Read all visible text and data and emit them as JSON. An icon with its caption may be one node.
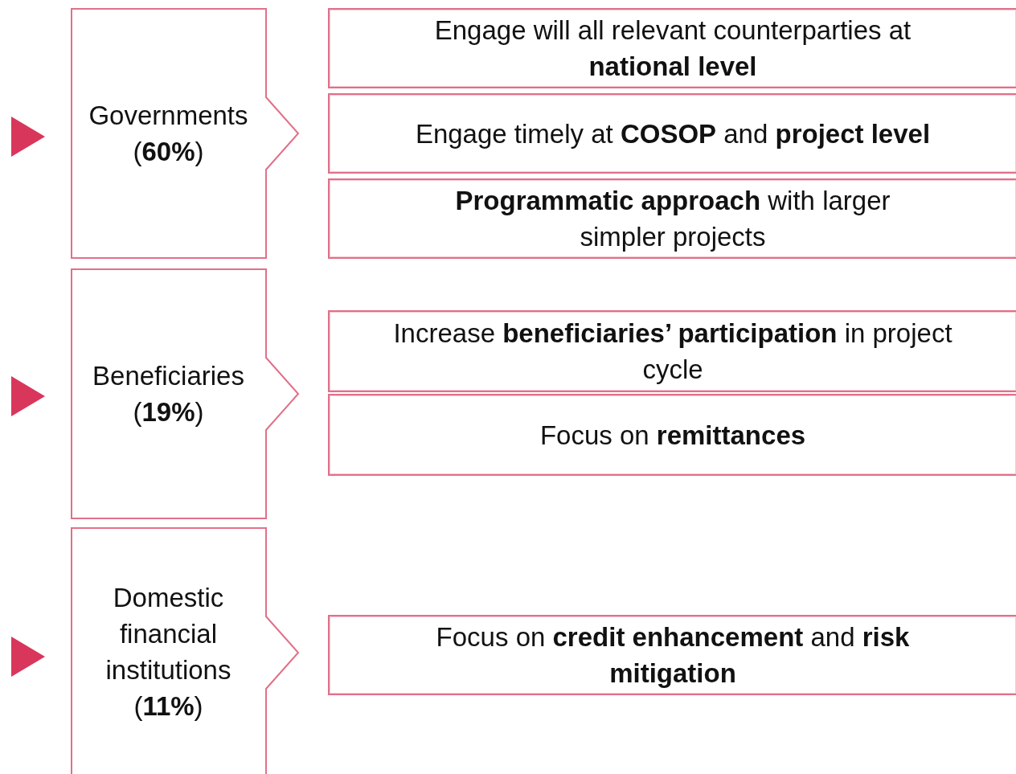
{
  "diagram": {
    "nodes": [
      {
        "text": [
          "Governments (**60%**)"
        ]
      },
      {
        "text": [
          "Engage will all relevant counterparties at **national level**"
        ]
      },
      {
        "text": [
          "Engage timely at **COSOP** and **project level**"
        ]
      },
      {
        "text": [
          "**Programmatic approach** with larger simpler projects"
        ]
      },
      {
        "text": [
          "Beneficiaries (**19%**)"
        ]
      },
      {
        "text": [
          "Increase **beneficiaries’ participation** in project cycle"
        ]
      },
      {
        "text": [
          "Focus on **remittances**"
        ]
      },
      {
        "text": [
          "Domestic financial institutions (**11%**)"
        ]
      },
      {
        "text": [
          "Focus on **credit enhancement** and **risk mitigation**"
        ]
      }
    ],
    "edges": []
  }
}
